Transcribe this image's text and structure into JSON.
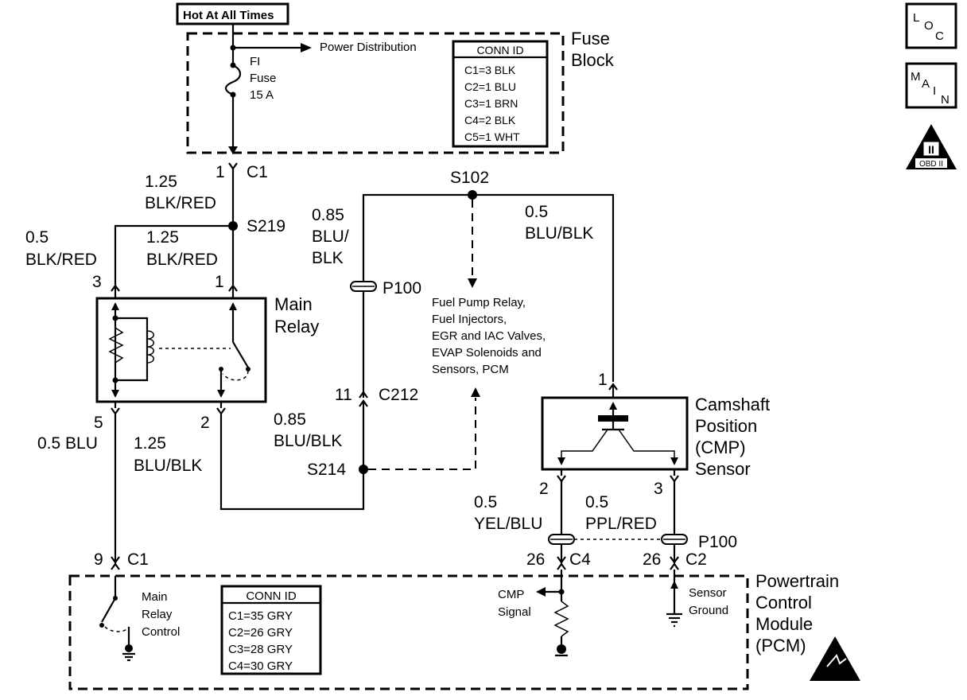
{
  "power": {
    "hot_label": "Hot At All Times",
    "distribution": "Power Distribution"
  },
  "fuse": {
    "line1": "FI",
    "line2": "Fuse",
    "line3": "15 A"
  },
  "fuse_block": {
    "line1": "Fuse",
    "line2": "Block"
  },
  "fuse_conn": {
    "title": "CONN ID",
    "rows": [
      "C1=3 BLK",
      "C2=1 BLU",
      "C3=1 BRN",
      "C4=2 BLK",
      "C5=1 WHT"
    ]
  },
  "icons": {
    "loc": [
      "L",
      "O",
      "C"
    ],
    "main": [
      "M",
      "A",
      "I",
      "N"
    ],
    "obd": {
      "numeral": "II",
      "label": "OBD II"
    }
  },
  "wires": {
    "c1_pin": "1",
    "c1_label": "C1",
    "w_125_blk_red_top": {
      "gauge": "1.25",
      "color": "BLK/RED"
    },
    "s219": "S219",
    "w_05_blk_red": {
      "gauge": "0.5",
      "color": "BLK/RED"
    },
    "w_125_blk_red": {
      "gauge": "1.25",
      "color": "BLK/RED"
    },
    "relay_pin3": "3",
    "relay_pin1": "1",
    "s102": "S102",
    "w_085_blu_blk_top": {
      "gauge": "0.85",
      "color1": "BLU/",
      "color2": "BLK"
    },
    "w_05_blu_blk": {
      "gauge": "0.5",
      "color": "BLU/BLK"
    },
    "p100": "P100",
    "relay_pin5": "5",
    "relay_pin2": "2",
    "w_05_blu": "0.5 BLU",
    "w_125_blu_blk": {
      "gauge": "1.25",
      "color": "BLU/BLK"
    },
    "c212_pin": "11",
    "c212": "C212",
    "w_085_blu_blk": {
      "gauge": "0.85",
      "color": "BLU/BLK"
    },
    "s214": "S214",
    "cmp_pin1": "1",
    "cmp_pin2": "2",
    "cmp_pin3": "3",
    "w_05_yel_blu": {
      "gauge": "0.5",
      "color": "YEL/BLU"
    },
    "w_05_ppl_red": {
      "gauge": "0.5",
      "color": "PPL/RED"
    },
    "p100_right": "P100",
    "pcm_c4_pin": "26",
    "pcm_c4": "C4",
    "pcm_c2_pin": "26",
    "pcm_c2": "C2",
    "pcm_c1_pin": "9",
    "pcm_c1": "C1"
  },
  "main_relay": {
    "line1": "Main",
    "line2": "Relay"
  },
  "fuel_note": [
    "Fuel Pump Relay,",
    "Fuel Injectors,",
    "EGR and IAC Valves,",
    "EVAP Solenoids and",
    "Sensors, PCM"
  ],
  "cmp_sensor": {
    "lines": [
      "Camshaft",
      "Position",
      "(CMP)",
      "Sensor"
    ]
  },
  "pcm": {
    "lines": [
      "Powertrain",
      "Control",
      "Module",
      "(PCM)"
    ],
    "main_relay_control": [
      "Main",
      "Relay",
      "Control"
    ],
    "cmp_signal": [
      "CMP",
      "Signal"
    ],
    "sensor_ground": [
      "Sensor",
      "Ground"
    ],
    "conn": {
      "title": "CONN ID",
      "rows": [
        "C1=35 GRY",
        "C2=26 GRY",
        "C3=28 GRY",
        "C4=30 GRY"
      ]
    }
  }
}
